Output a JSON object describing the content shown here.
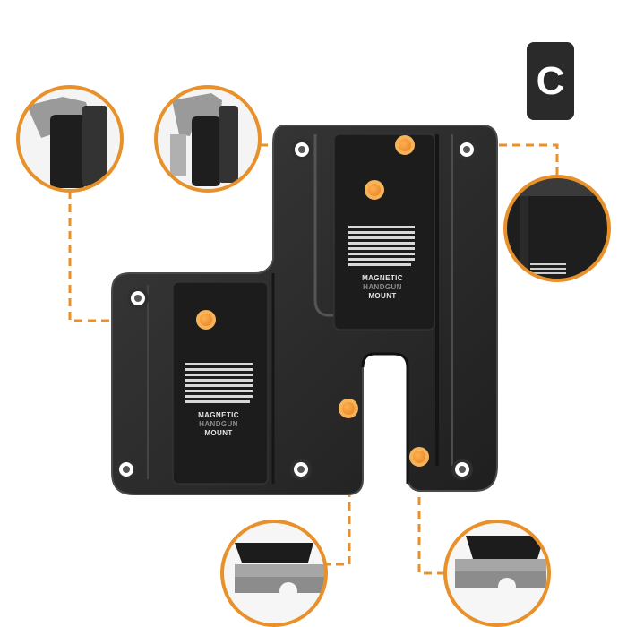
{
  "badge": {
    "letter": "C"
  },
  "panels": [
    {
      "id": "large",
      "label_part1": "MAGNETIC ",
      "label_highlight": "HANDGUN",
      "label_part2": "MOUNT"
    },
    {
      "id": "small",
      "label_part1": "MAGNETIC ",
      "label_highlight": "HANDGUN",
      "label_part2": "MOUNT"
    }
  ],
  "colors": {
    "accent": "#f0a035",
    "callout_ring": "#e8912a",
    "plate": "#2b2b2b",
    "plate_edge": "#3c3c3c",
    "badge": "#2a2a2a"
  },
  "callouts": [
    {
      "name": "callout-holster-left",
      "icon": "pistol-in-holster"
    },
    {
      "name": "callout-holster-right",
      "icon": "pistol-in-holster"
    },
    {
      "name": "callout-top-edge",
      "icon": "mount-edge-detail"
    },
    {
      "name": "callout-bottom-left",
      "icon": "pistol-slide-detail"
    },
    {
      "name": "callout-bottom-right",
      "icon": "pistol-slide-detail"
    }
  ]
}
